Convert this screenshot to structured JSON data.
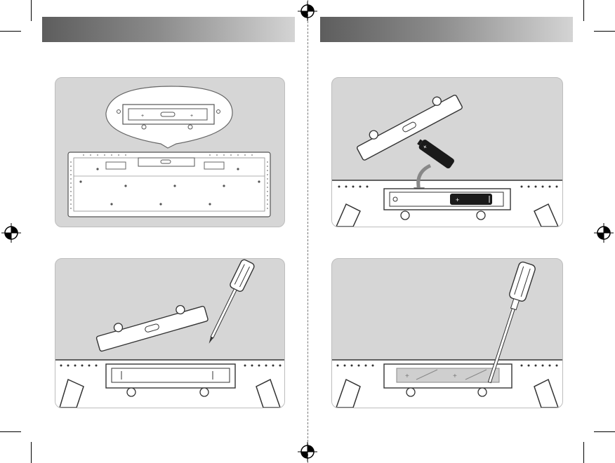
{
  "page": {
    "background": "#ffffff",
    "header_gradient": [
      "#5d5d5d",
      "#d4d4d4"
    ],
    "panel_color": "#d6d6d6"
  },
  "panels": [
    {
      "illustration": "tv-back-with-magnifier",
      "labels": [
        "+",
        "+"
      ]
    },
    {
      "illustration": "battery-cover-and-battery-insert",
      "labels": [
        "+",
        "+",
        "−"
      ]
    },
    {
      "illustration": "cover-removed-with-screwdriver",
      "labels": []
    },
    {
      "illustration": "screwdriver-fastening-cover",
      "labels": [
        "+",
        "+"
      ]
    }
  ],
  "icons": [
    "registration-mark-icon",
    "screwdriver-icon",
    "battery-icon",
    "arrow-icon"
  ]
}
